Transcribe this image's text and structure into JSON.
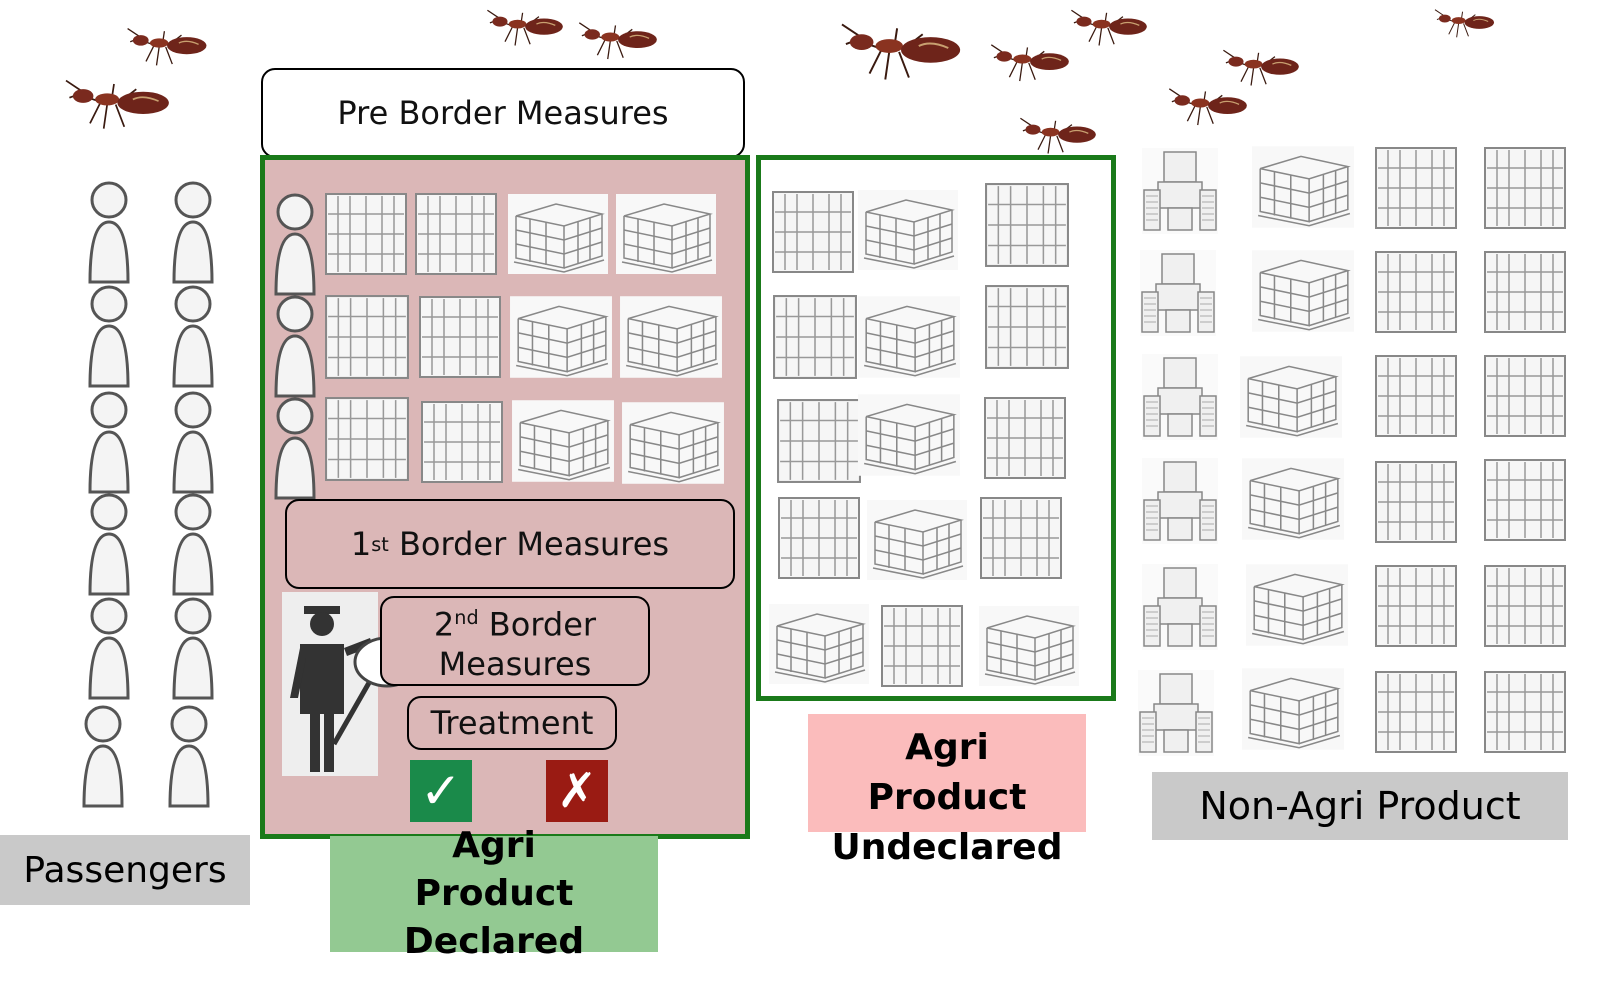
{
  "diagram": {
    "pre_border": "Pre Border Measures",
    "first_border": {
      "prefix": "1",
      "sup": "st",
      "suffix": " Border Measures"
    },
    "second_border": {
      "prefix": "2",
      "sup": "nd",
      "line1": " Border",
      "line2": "Measures"
    },
    "treatment": "Treatment",
    "accept_symbol": "✓",
    "reject_symbol": "✗"
  },
  "labels": {
    "passengers": "Passengers",
    "agri_declared": "Agri Product Declared",
    "agri_undeclared": "Agri Product Undeclared",
    "non_agri": "Non-Agri Product"
  },
  "colors": {
    "declared_panel": "#dbb7b7",
    "green_border": "#1a7a1a",
    "declared_label": "#93c992",
    "undeclared_label": "#fbbcbc",
    "non_agri_label": "#c9c9c9",
    "passengers_label": "#c9c9c9",
    "check_green": "#1a8a4a",
    "cross_red": "#9a1b13"
  },
  "icons": [
    "ant-icon",
    "person-icon",
    "container-icon",
    "pallet-icon",
    "tractor-icon",
    "inspector-icon",
    "magnifier-icon",
    "check-icon",
    "cross-icon"
  ]
}
